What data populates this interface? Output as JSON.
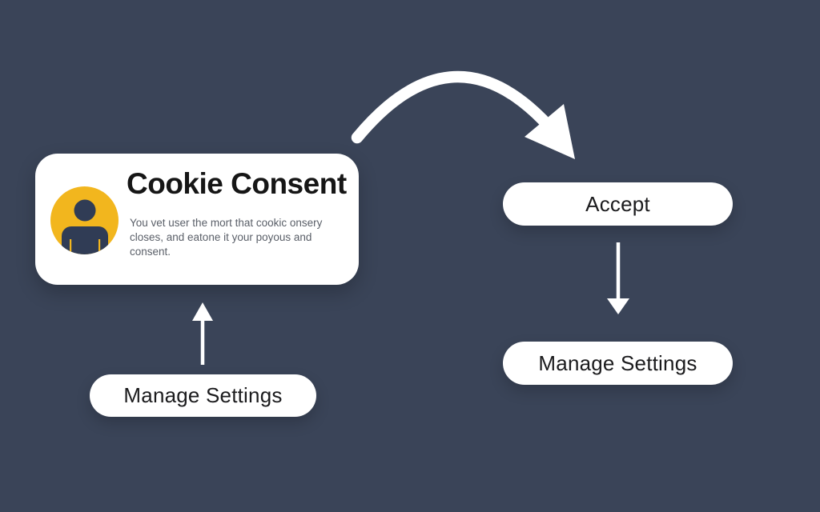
{
  "scene": {
    "background_color": "#3A4458",
    "arrow_color": "#FFFFFF",
    "card_color": "#FFFFFF"
  },
  "consent_card": {
    "title": "Cookie Consent",
    "description": "You vet user the mort that cookic onsery closes, and eatone it your poyous and consent.",
    "avatar": {
      "icon": "user-avatar-icon",
      "circle_color": "#F2B61E",
      "person_color": "#303C55"
    }
  },
  "buttons": {
    "accept_label": "Accept",
    "manage_settings_right_label": "Manage Settings",
    "manage_settings_left_label": "Manage Settings"
  }
}
